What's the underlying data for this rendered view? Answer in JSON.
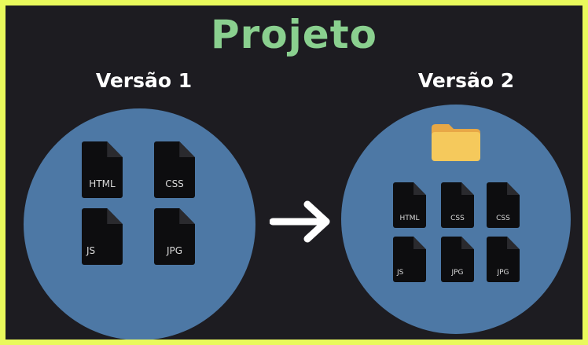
{
  "title": "Projeto",
  "version1": {
    "label": "Versão 1",
    "files": [
      "HTML",
      "CSS",
      "JS",
      "JPG"
    ]
  },
  "version2": {
    "label": "Versão 2",
    "folder_icon": "folder-icon",
    "files": [
      "HTML",
      "CSS",
      "CSS",
      "JS",
      "JPG",
      "JPG"
    ]
  },
  "colors": {
    "border": "#e9f95c",
    "background": "#1d1c21",
    "title": "#8ad08f",
    "circle": "#4d78a5",
    "file": "#0d0d0f",
    "folder": "#f5c95c"
  },
  "icons": {
    "arrow": "arrow-right-icon",
    "file": "file-icon"
  }
}
